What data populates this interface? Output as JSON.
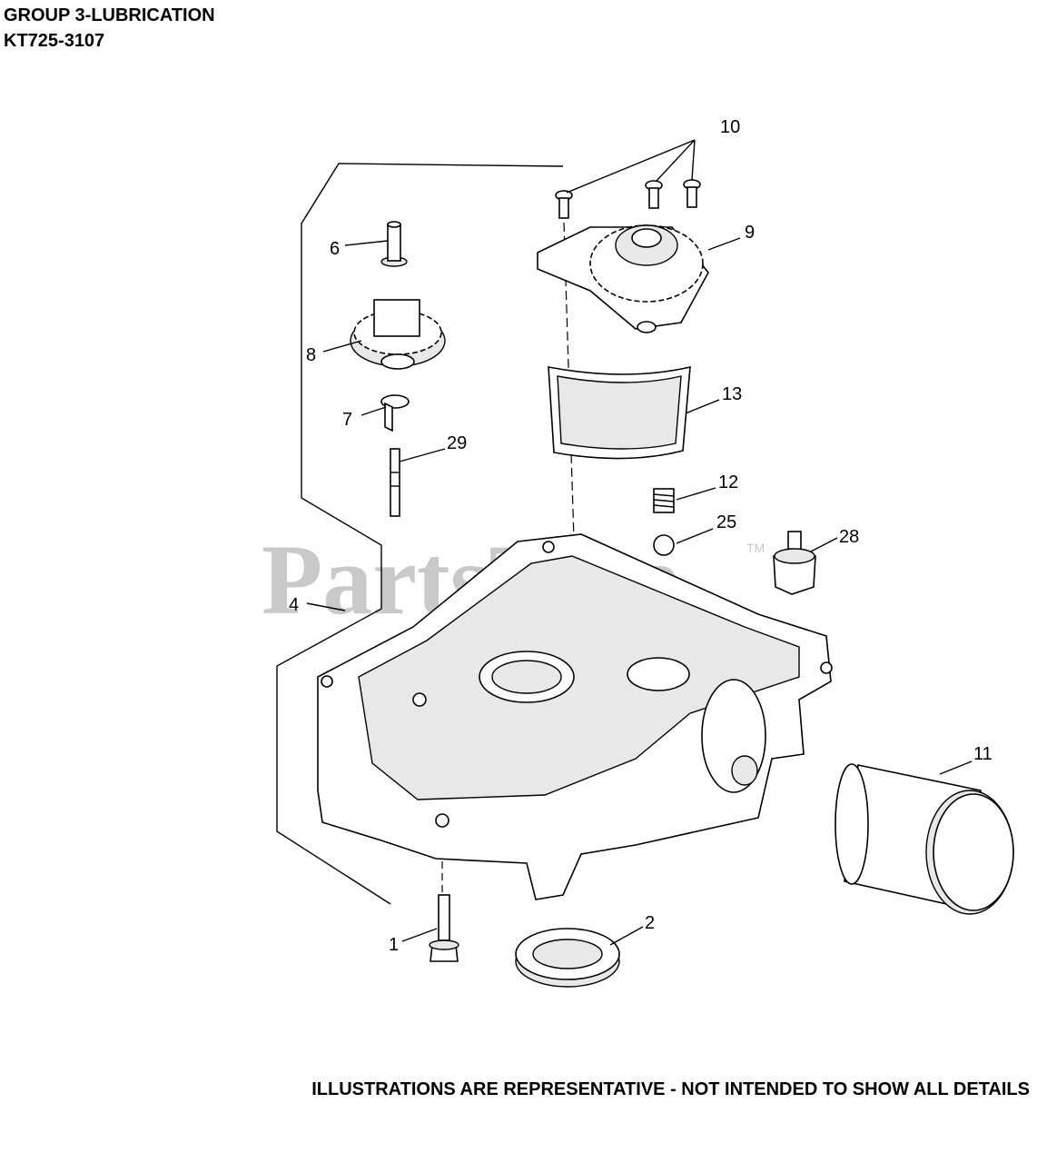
{
  "header": {
    "title": "GROUP 3-LUBRICATION",
    "model": "KT725-3107"
  },
  "footer": {
    "disclaimer": "ILLUSTRATIONS ARE REPRESENTATIVE - NOT INTENDED TO SHOW ALL DETAILS"
  },
  "watermark": {
    "text": "PartsTree",
    "trademark": "TM"
  },
  "callouts": {
    "c1": "1",
    "c2": "2",
    "c4": "4",
    "c6": "6",
    "c7": "7",
    "c8": "8",
    "c9": "9",
    "c10": "10",
    "c11": "11",
    "c12": "12",
    "c13": "13",
    "c25": "25",
    "c28": "28",
    "c29": "29"
  }
}
